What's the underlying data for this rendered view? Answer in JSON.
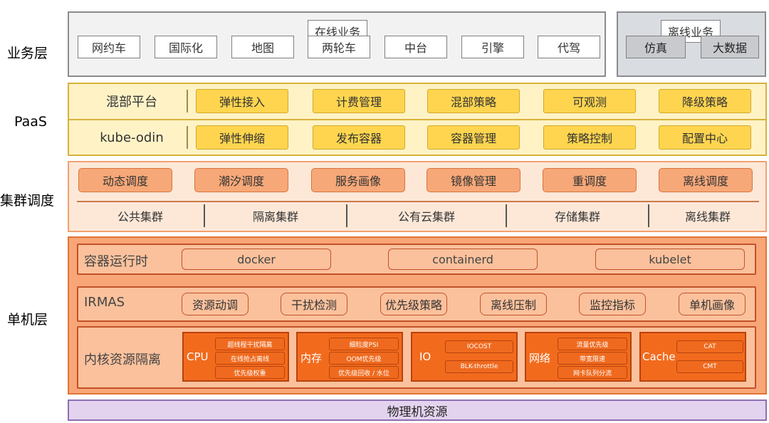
{
  "layers": {
    "business": "业务层",
    "paas": "PaaS",
    "cluster": "集群调度",
    "machine": "单机层"
  },
  "business": {
    "online_title": "在线业务",
    "online_items": [
      "网约车",
      "国际化",
      "地图",
      "两轮车",
      "中台",
      "引擎",
      "代驾"
    ],
    "offline_title": "离线业务",
    "offline_items": [
      "仿真",
      "大数据"
    ]
  },
  "paas": {
    "rows": [
      {
        "label": "混部平台",
        "items": [
          "弹性接入",
          "计费管理",
          "混部策略",
          "可观测",
          "降级策略"
        ]
      },
      {
        "label": "kube-odin",
        "items": [
          "弹性伸缩",
          "发布容器",
          "容器管理",
          "策略控制",
          "配置中心"
        ]
      }
    ]
  },
  "cluster": {
    "scheduling": [
      "动态调度",
      "潮汐调度",
      "服务画像",
      "镜像管理",
      "重调度",
      "离线调度"
    ],
    "clusters": [
      "公共集群",
      "隔离集群",
      "公有云集群",
      "存储集群",
      "离线集群"
    ]
  },
  "machine": {
    "runtime_label": "容器运行时",
    "runtime_items": [
      "docker",
      "containerd",
      "kubelet"
    ],
    "irmas_label": "IRMAS",
    "irmas_items": [
      "资源动调",
      "干扰检测",
      "优先级策略",
      "离线压制",
      "监控指标",
      "单机画像"
    ],
    "kernel_label": "内核资源隔离",
    "kernel_groups": [
      {
        "name": "CPU",
        "subs": [
          "超线程干扰隔离",
          "在线抢占离线",
          "优先级权重"
        ]
      },
      {
        "name": "内存",
        "subs": [
          "细粒度PSI",
          "OOM优先级",
          "优先级回收 / 水位"
        ]
      },
      {
        "name": "IO",
        "subs": [
          "IOCOST",
          "BLK-throttle"
        ]
      },
      {
        "name": "网络",
        "subs": [
          "流量优先级",
          "带宽限速",
          "网卡队列分流"
        ]
      },
      {
        "name": "Cache",
        "subs": [
          "CAT",
          "CMT"
        ]
      }
    ]
  },
  "physical": "物理机资源"
}
